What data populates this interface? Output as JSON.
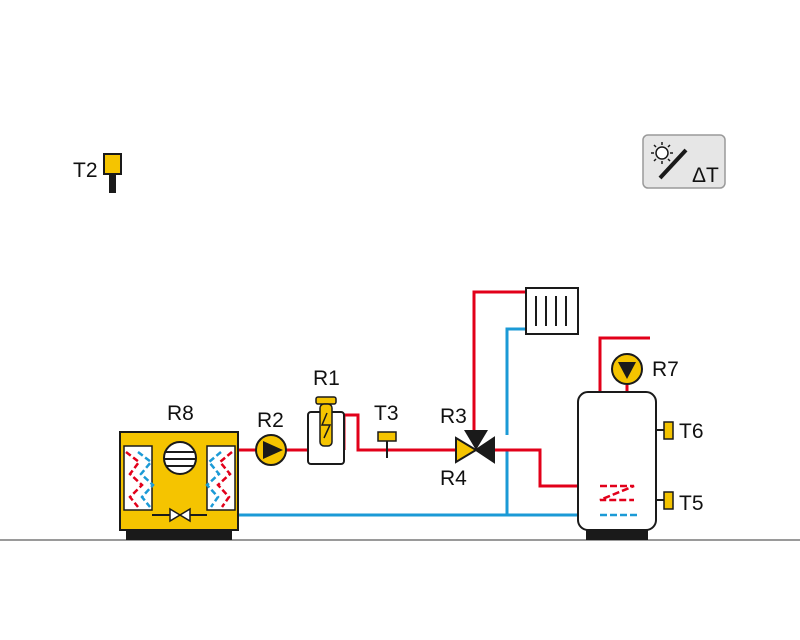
{
  "colors": {
    "supply": "#e2001a",
    "return": "#1b9ad6",
    "component": "#f5c400",
    "outline": "#1a1a1a",
    "ground": "#9a9a9a",
    "controller_bg": "#e6e6e6"
  },
  "icons": {
    "controller": "sun-collector-delta-t-icon",
    "outdoor_sensor": "temperature-sensor-icon",
    "heat_pump": "heat-pump-icon",
    "pump": "circulation-pump-icon",
    "valve": "three-way-valve-icon",
    "radiator": "radiator-icon",
    "tank": "storage-tank-icon"
  },
  "controller": {
    "delta_label": "ΔT"
  },
  "labels": {
    "t2": "T2",
    "r8": "R8",
    "r2": "R2",
    "r1": "R1",
    "t3": "T3",
    "r3": "R3",
    "r4": "R4",
    "r7": "R7",
    "t6": "T6",
    "t5": "T5"
  }
}
